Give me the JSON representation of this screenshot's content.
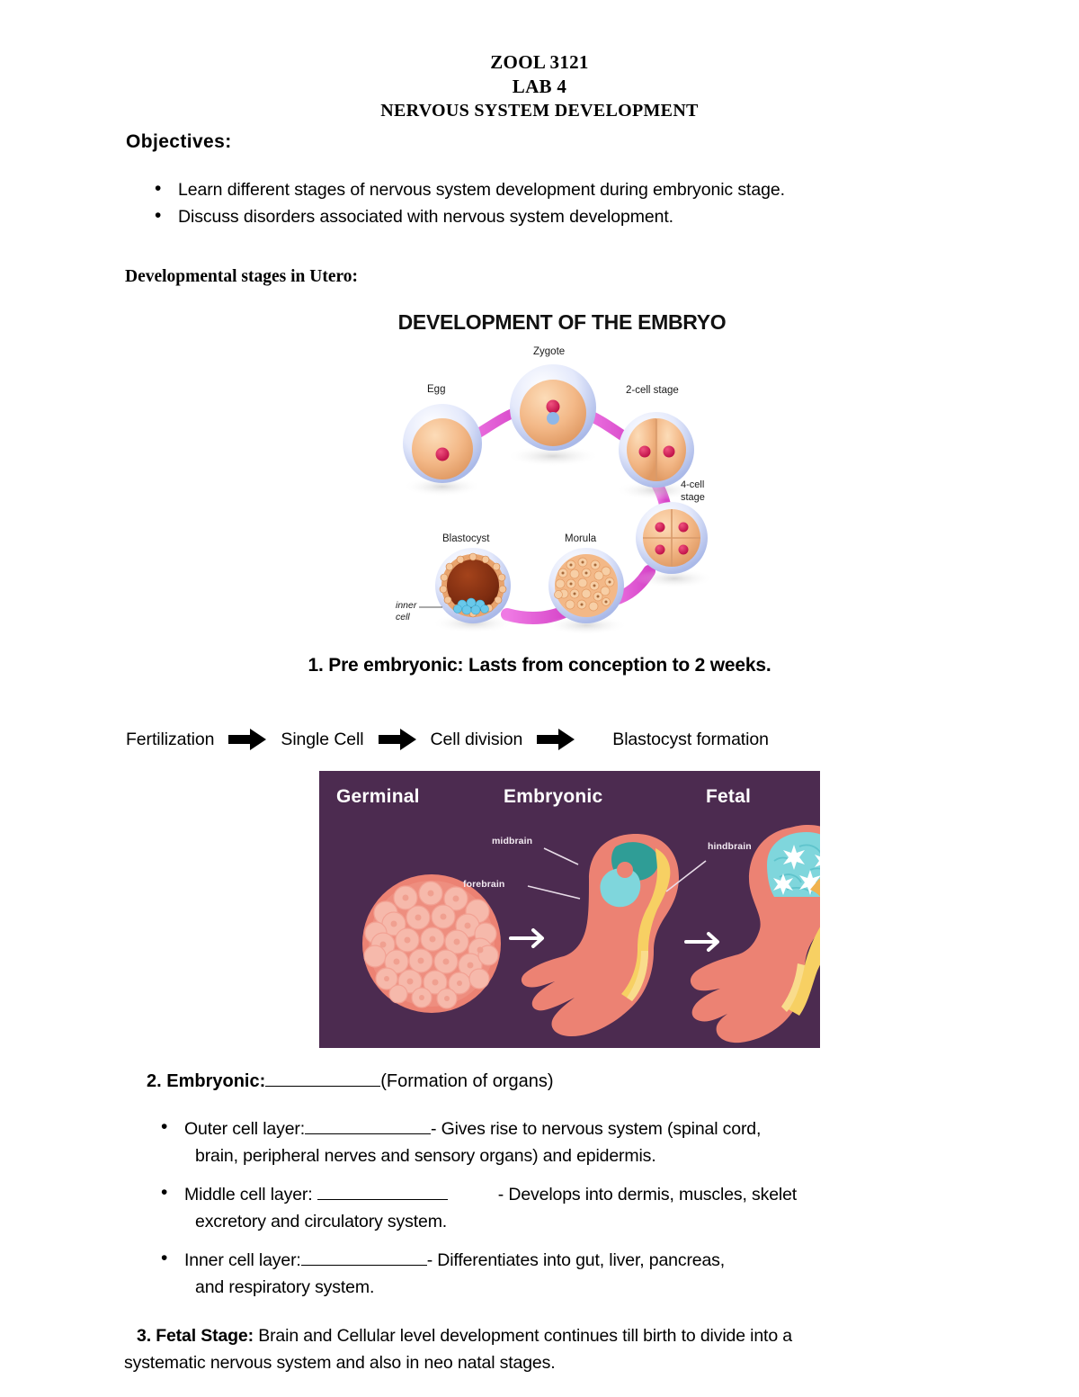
{
  "header": {
    "course": "ZOOL 3121",
    "lab": "LAB 4",
    "topic": "NERVOUS SYSTEM DEVELOPMENT"
  },
  "objectives": {
    "label": "Objectives:",
    "items": [
      "Learn different stages of nervous system development during embryonic stage.",
      "Discuss disorders associated with nervous system development."
    ]
  },
  "dev_stages_label": "Developmental stages in Utero:",
  "embryo_figure": {
    "title": "DEVELOPMENT OF THE EMBRYO",
    "labels": {
      "egg": "Egg",
      "zygote": "Zygote",
      "two_cell": "2-cell stage",
      "four_cell_line1": "4-cell",
      "four_cell_line2": "stage",
      "morula": "Morula",
      "blastocyst": "Blastocyst",
      "inner_line1": "inner",
      "inner_line2": "cell"
    },
    "colors": {
      "membrane": "#c7d2f2",
      "cytoplasm": "#f0b585",
      "nucleus": "#d6235a",
      "connector": "#e45fd6",
      "blastocoel": "#7a2f12",
      "inner_cell_mass": "#69c8ea"
    }
  },
  "pre_embryonic": "1. Pre embryonic: Lasts from conception to 2 weeks.",
  "flow": {
    "steps": [
      "Fertilization",
      "Single Cell",
      "Cell division",
      "Blastocyst formation"
    ]
  },
  "stages_figure": {
    "headings": [
      "Germinal",
      "Embryonic",
      "Fetal"
    ],
    "brain_labels": {
      "midbrain": "midbrain",
      "hindbrain": "hindbrain",
      "forebrain": "forebrain"
    },
    "colors": {
      "background": "#4c2b50",
      "body": "#ec8273",
      "body_outline": "#e2695c",
      "midbrain": "#2f9d96",
      "forebrain": "#7fd6dc",
      "hindbrain": "#f7d063",
      "brain_fetal": "#7fd6dc",
      "text": "#ffffff"
    }
  },
  "embryonic_section": {
    "number_and_label": "2. Embryonic:",
    "after_blank": "(Formation of organs)",
    "layers": [
      {
        "label": "Outer cell layer:",
        "desc_line1": "- Gives rise to nervous system (spinal cord,",
        "desc_line2": "brain, peripheral nerves and sensory organs) and epidermis."
      },
      {
        "label": "Middle cell layer: ",
        "desc_line1": "- Develops into dermis, muscles, skelet",
        "desc_line2": "excretory and circulatory system."
      },
      {
        "label": "Inner cell layer:",
        "desc_line1": "- Differentiates into gut, liver, pancreas,",
        "desc_line2": "and respiratory system."
      }
    ]
  },
  "fetal_section": {
    "label": "3. Fetal Stage:",
    "line1": " Brain and Cellular level development continues till birth to divide into a",
    "line2": "systematic nervous system and also in neo natal stages."
  }
}
